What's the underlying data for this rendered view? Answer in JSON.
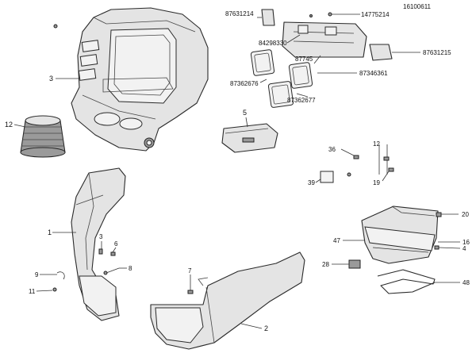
{
  "callouts": {
    "c3_top": "3",
    "c12": "12",
    "c1": "1",
    "c3_small": "3",
    "c6": "6",
    "c8": "8",
    "c9": "9",
    "c11": "11",
    "c7": "7",
    "c2": "2",
    "c5": "5",
    "c87631214": "87631214",
    "c14775214": "14775214",
    "c16100611": "16100611",
    "c84298330": "84298330",
    "c87745": "87745",
    "c87631215": "87631215",
    "c87346361": "87346361",
    "c87362676": "87362676",
    "c87362677": "87362677",
    "c36": "36",
    "c12_small": "12",
    "c39": "39",
    "c19": "19",
    "c20": "20",
    "c47": "47",
    "c16": "16",
    "c4": "4",
    "c28": "28",
    "c48": "48"
  }
}
